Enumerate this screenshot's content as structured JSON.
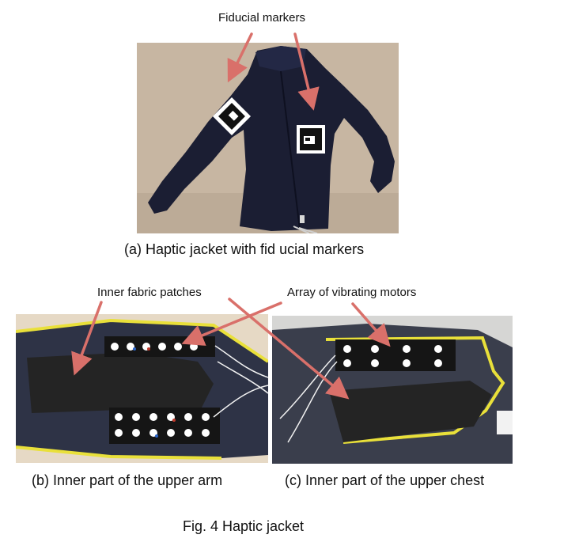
{
  "figure": {
    "title": "Fig. 4 Haptic jacket",
    "labels": {
      "fiducial_markers": "Fiducial markers",
      "inner_fabric_patches": "Inner fabric patches",
      "array_of_vibrating_motors": "Array of vibrating motors"
    },
    "captions": {
      "a": "(a) Haptic jacket with fid ucial markers",
      "b": "(b) Inner part of the  upper arm",
      "c": "(c) Inner part of the  upper chest"
    }
  },
  "colors": {
    "arrow": "#d9706a",
    "photo_background": "#c7b6a2",
    "jacket": "#1b1e33",
    "yellow_outline": "#e9e03a",
    "fabric_patch": "#242424"
  }
}
